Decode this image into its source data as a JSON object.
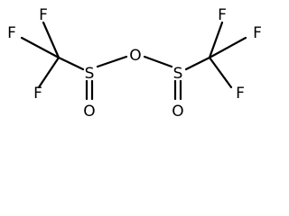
{
  "molecule": {
    "atoms": {
      "f_left_top": "F",
      "f_left_upper": "F",
      "f_left_lower": "F",
      "s_left": "S",
      "o_bridge": "O",
      "s_right": "S",
      "o_left": "O",
      "o_right": "O",
      "f_right_top": "F",
      "f_right_upper": "F",
      "f_right_lower": "F"
    }
  }
}
